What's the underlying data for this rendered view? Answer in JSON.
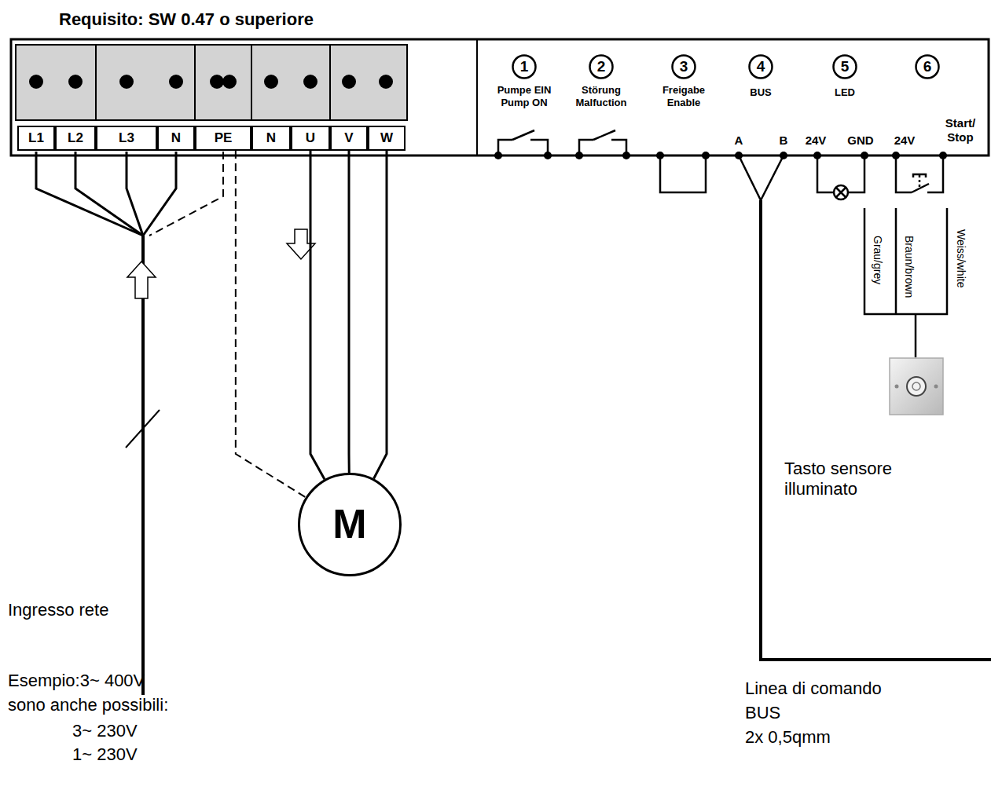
{
  "diagram": {
    "title": "Requisito: SW 0.47 o superiore",
    "nodes": [
      {
        "text": [
          "L1"
        ]
      },
      {
        "text": [
          "L2"
        ]
      },
      {
        "text": [
          "L3"
        ]
      },
      {
        "text": [
          "N"
        ]
      },
      {
        "text": [
          "PE"
        ]
      },
      {
        "text": [
          "N"
        ]
      },
      {
        "text": [
          "U"
        ]
      },
      {
        "text": [
          "V"
        ]
      },
      {
        "text": [
          "W"
        ]
      },
      {
        "text": [
          "1"
        ]
      },
      {
        "text": [
          "2"
        ]
      },
      {
        "text": [
          "3"
        ]
      },
      {
        "text": [
          "4"
        ]
      },
      {
        "text": [
          "5"
        ]
      },
      {
        "text": [
          "6"
        ]
      },
      {
        "text": [
          "M"
        ]
      }
    ],
    "edges": [
      {
        "from": 6,
        "to": 15,
        "arrow": "none"
      },
      {
        "from": 7,
        "to": 15,
        "arrow": "none"
      },
      {
        "from": 8,
        "to": 15,
        "arrow": "none"
      },
      {
        "from": 4,
        "to": 15,
        "arrow": "none"
      }
    ],
    "labels": [
      "Pumpe EIN",
      "Pump ON",
      "Störung",
      "Malfuction",
      "Freigabe",
      "Enable",
      "BUS",
      "LED",
      "A",
      "B",
      "24V",
      "GND",
      "24V",
      "Start/",
      "Stop",
      "Grau/grey",
      "Braun/brown",
      "Weiss/white",
      "Tasto sensore illuminato",
      "Ingresso rete",
      "Esempio:3~ 400V",
      "sono anche possibili:",
      "3~ 230V",
      "1~ 230V",
      "Linea di comando",
      "BUS",
      "2x 0,5qmm"
    ]
  }
}
